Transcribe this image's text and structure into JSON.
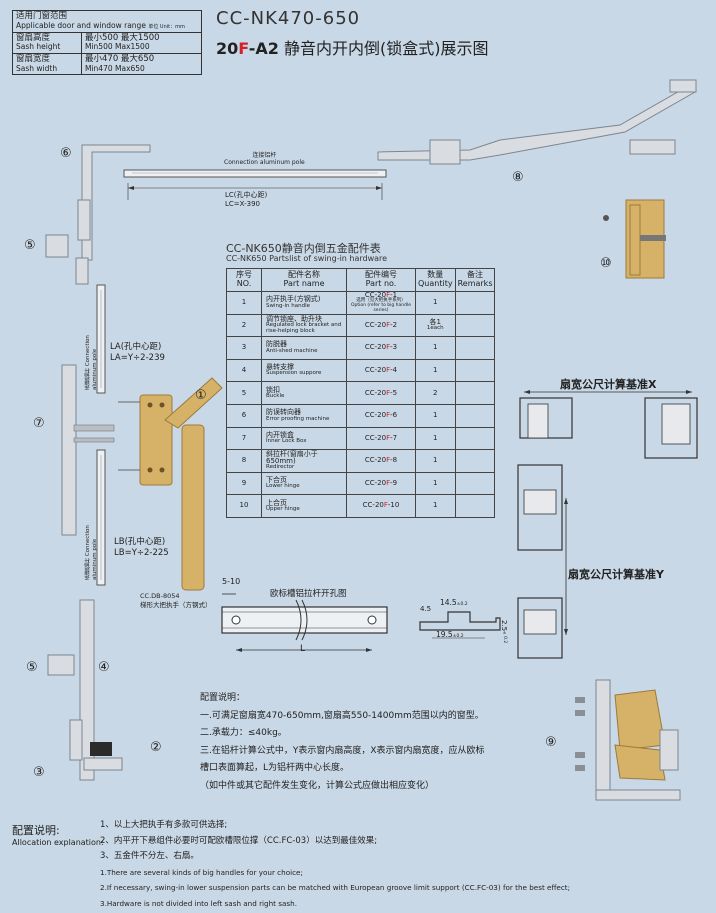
{
  "range_table": {
    "header_zh": "适用门窗范围",
    "header_en": "Applicable door and window range",
    "unit": "单位 Unit：mm",
    "rows": [
      {
        "label_zh": "窗扇高度",
        "label_en": "Sash height",
        "value_zh": "最小500  最大1500",
        "value_en": "Min500  Max1500"
      },
      {
        "label_zh": "窗扇宽度",
        "label_en": "Sash width",
        "value_zh": "最小470  最大650",
        "value_en": "Min470  Max650"
      }
    ]
  },
  "title": {
    "model": "CC-NK470-650",
    "prefix": "20",
    "highlight": "F",
    "suffix": "-A2",
    "desc": "静音内开内倒(锁盒式)展示图"
  },
  "top_rod": {
    "label_zh": "连接铝杆",
    "label_en": "Connection aluminum pole",
    "lc_zh": "LC(孔中心距)",
    "lc_formula": "LC=X-390"
  },
  "la": {
    "zh": "LA(孔中心距)",
    "formula": "LA=Y÷2-239",
    "rod_zh": "连接铝杆",
    "rod_en": "Connection aluminum pole"
  },
  "lb": {
    "zh": "LB(孔中心距)",
    "formula": "LB=Y÷2-225",
    "rod_zh": "连接铝杆",
    "rod_en": "Connection aluminum pole"
  },
  "handle_caption": {
    "model": "CC.DB-8054",
    "desc": "梯形大把执手（方钢式）"
  },
  "parts_list": {
    "title": "CC-NK650静音内倒五金配件表",
    "subtitle": "CC-NK650 Partslist of swing-in hardware",
    "headers": [
      {
        "zh": "序号",
        "en": "NO."
      },
      {
        "zh": "配件名称",
        "en": "Part name"
      },
      {
        "zh": "配件编号",
        "en": "Part no."
      },
      {
        "zh": "数量",
        "en": "Quantity"
      },
      {
        "zh": "备注",
        "en": "Remarks"
      }
    ],
    "rows": [
      {
        "no": "1",
        "name_zh": "内开执手(方钢式)",
        "name_en": "Swing-in handle",
        "code_a": "CC-20",
        "code_f": "F",
        "code_b": "-1",
        "code_note": "选用（见大把执手系列）Option (refer to big handle series)",
        "qty": "1",
        "qty_en": ""
      },
      {
        "no": "2",
        "name_zh": "调节锁座、助升块",
        "name_en": "Regulated lock bracket and rise-helping block",
        "code_a": "CC-20",
        "code_f": "F",
        "code_b": "-2",
        "code_note": "",
        "qty": "各1",
        "qty_en": "1each"
      },
      {
        "no": "3",
        "name_zh": "防脱器",
        "name_en": "Anti-shed machine",
        "code_a": "CC-20",
        "code_f": "F",
        "code_b": "-3",
        "code_note": "",
        "qty": "1",
        "qty_en": ""
      },
      {
        "no": "4",
        "name_zh": "悬转支撑",
        "name_en": "Suspension suppore",
        "code_a": "CC-20",
        "code_f": "F",
        "code_b": "-4",
        "code_note": "",
        "qty": "1",
        "qty_en": ""
      },
      {
        "no": "5",
        "name_zh": "锁扣",
        "name_en": "Buckle",
        "code_a": "CC-20",
        "code_f": "F",
        "code_b": "-5",
        "code_note": "",
        "qty": "2",
        "qty_en": ""
      },
      {
        "no": "6",
        "name_zh": "防误转向器",
        "name_en": "Error proofing machine",
        "code_a": "CC-20",
        "code_f": "F",
        "code_b": "-6",
        "code_note": "",
        "qty": "1",
        "qty_en": ""
      },
      {
        "no": "7",
        "name_zh": "内开锁盒",
        "name_en": "Inner Lock Box",
        "code_a": "CC-20",
        "code_f": "F",
        "code_b": "-7",
        "code_note": "",
        "qty": "1",
        "qty_en": ""
      },
      {
        "no": "8",
        "name_zh": "斜拉杆(窗扇小于650mm)",
        "name_en": "Redirector",
        "code_a": "CC-20",
        "code_f": "F",
        "code_b": "-8",
        "code_note": "",
        "qty": "1",
        "qty_en": ""
      },
      {
        "no": "9",
        "name_zh": "下合页",
        "name_en": "Lower hinge",
        "code_a": "CC-20",
        "code_f": "F",
        "code_b": "-9",
        "code_note": "",
        "qty": "1",
        "qty_en": ""
      },
      {
        "no": "10",
        "name_zh": "上合页",
        "name_en": "Upper hinge",
        "code_a": "CC-20",
        "code_f": "F",
        "code_b": "-10",
        "code_note": "",
        "qty": "1",
        "qty_en": ""
      }
    ]
  },
  "section_x": "扇宽公尺计算基准X",
  "section_y": "扇宽公尺计算基准Y",
  "groove": {
    "title": "欧标槽铝拉杆开孔图",
    "dim_a": "5-10",
    "dim_l": "L"
  },
  "profile_dims": {
    "d1": "14.5",
    "d1_tol": "±0.2",
    "d2": "19.5",
    "d2_tol": "±0.2",
    "d3": "4.5",
    "d4": "2.5",
    "d4_tol": "±0.2"
  },
  "numbers": [
    "①",
    "②",
    "③",
    "④",
    "⑤",
    "⑥",
    "⑦",
    "⑧",
    "⑩",
    "⑨",
    "⑤"
  ],
  "config": {
    "title": "配置说明：",
    "lines": [
      "一.可满足窗扇宽470-650mm,窗扇高550-1400mm范围以内的窗型。",
      "二.承载力：≤40kg。",
      "三.在铝杆计算公式中，Y表示窗内扇高度，X表示窗内扇宽度，应从欧标",
      "槽口表面算起，L为铝杆两中心长度。",
      "（如中件或其它配件发生变化，计算公式应做出相应变化）"
    ]
  },
  "allocation": {
    "title_zh": "配置说明:",
    "title_en": "Allocation explanation:",
    "lines_zh": [
      "1、以上大把执手有多款可供选择;",
      "2、内平开下悬组件必要时可配欧槽限位撑（CC.FC-03）以达到最佳效果;",
      "3、五金件不分左、右扇。"
    ],
    "lines_en": [
      "1.There are several kinds of big handles for your choice;",
      "2.If necessary, swing-in lower suspension parts can be matched with European groove limit support (CC.FC-03) for the best effect;",
      "3.Hardware is not divided into left sash and right sash."
    ]
  }
}
